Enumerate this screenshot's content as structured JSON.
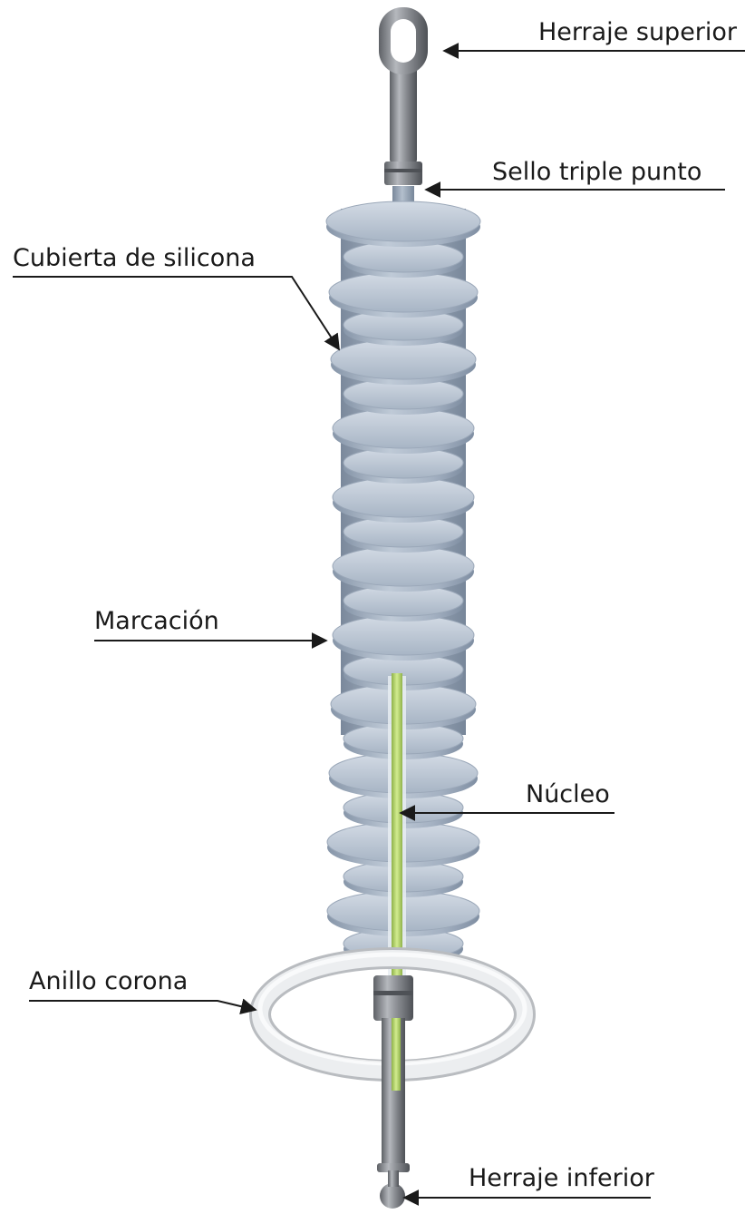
{
  "labels": {
    "top_fitting": "Herraje superior",
    "triple_seal": "Sello triple punto",
    "silicone_housing": "Cubierta de silicona",
    "marking": "Marcación",
    "core": "Núcleo",
    "corona_ring": "Anillo corona",
    "bottom_fitting": "Herraje inferior"
  },
  "colors": {
    "silicone": "#a9b6c6",
    "silicone_light": "#c6d0dc",
    "silicone_dark": "#8796a9",
    "metal": "#8a8d92",
    "core": "#b8d870",
    "ring": "#e6e8ea",
    "leader": "#1a1a1a"
  }
}
